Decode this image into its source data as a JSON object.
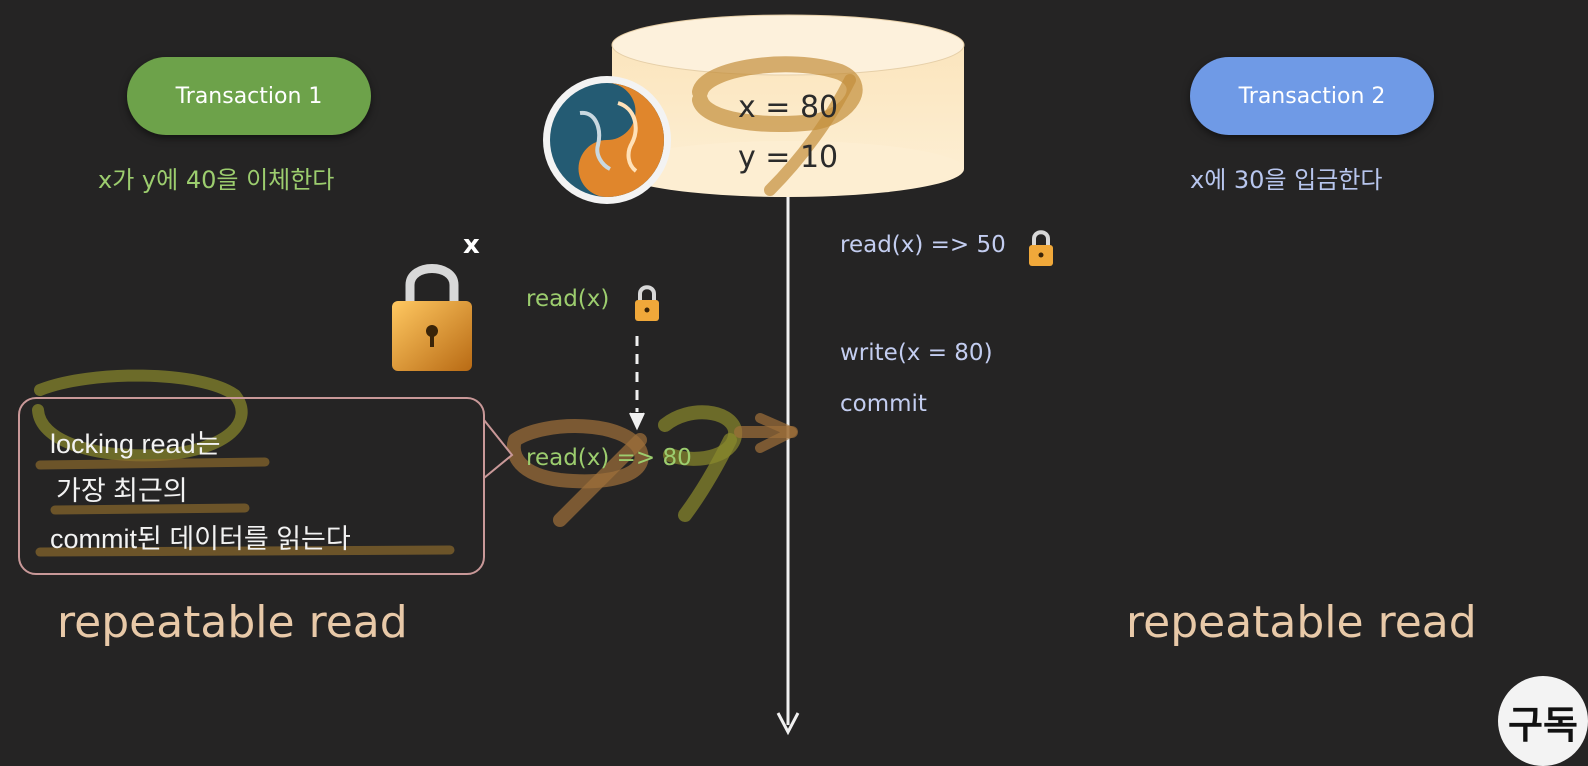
{
  "transaction1": {
    "label": "Transaction 1",
    "description": "x가 y에 40을 이체한다",
    "isolation": "repeatable read",
    "ops": [
      "read(x)",
      "read(x) => 80"
    ],
    "lock_label": "x"
  },
  "transaction2": {
    "label": "Transaction 2",
    "description": "x에 30을 입금한다",
    "isolation": "repeatable read",
    "ops": [
      "read(x) => 50",
      "write(x = 80)",
      "commit"
    ]
  },
  "database": {
    "x_line": "x = 80",
    "y_line": "y = 10"
  },
  "callout": {
    "lines": [
      "locking read는",
      "가장 최근의",
      "commit된 데이터를 읽는다"
    ]
  },
  "subscribe_label": "구독",
  "colors": {
    "background": "#252424",
    "transaction1": "#6da24a",
    "transaction2": "#6f9ae6",
    "database": "#fde9c6",
    "annotation": "#a07030"
  },
  "icons": [
    "mysql-logo",
    "lock-icon",
    "large-lock-icon"
  ]
}
